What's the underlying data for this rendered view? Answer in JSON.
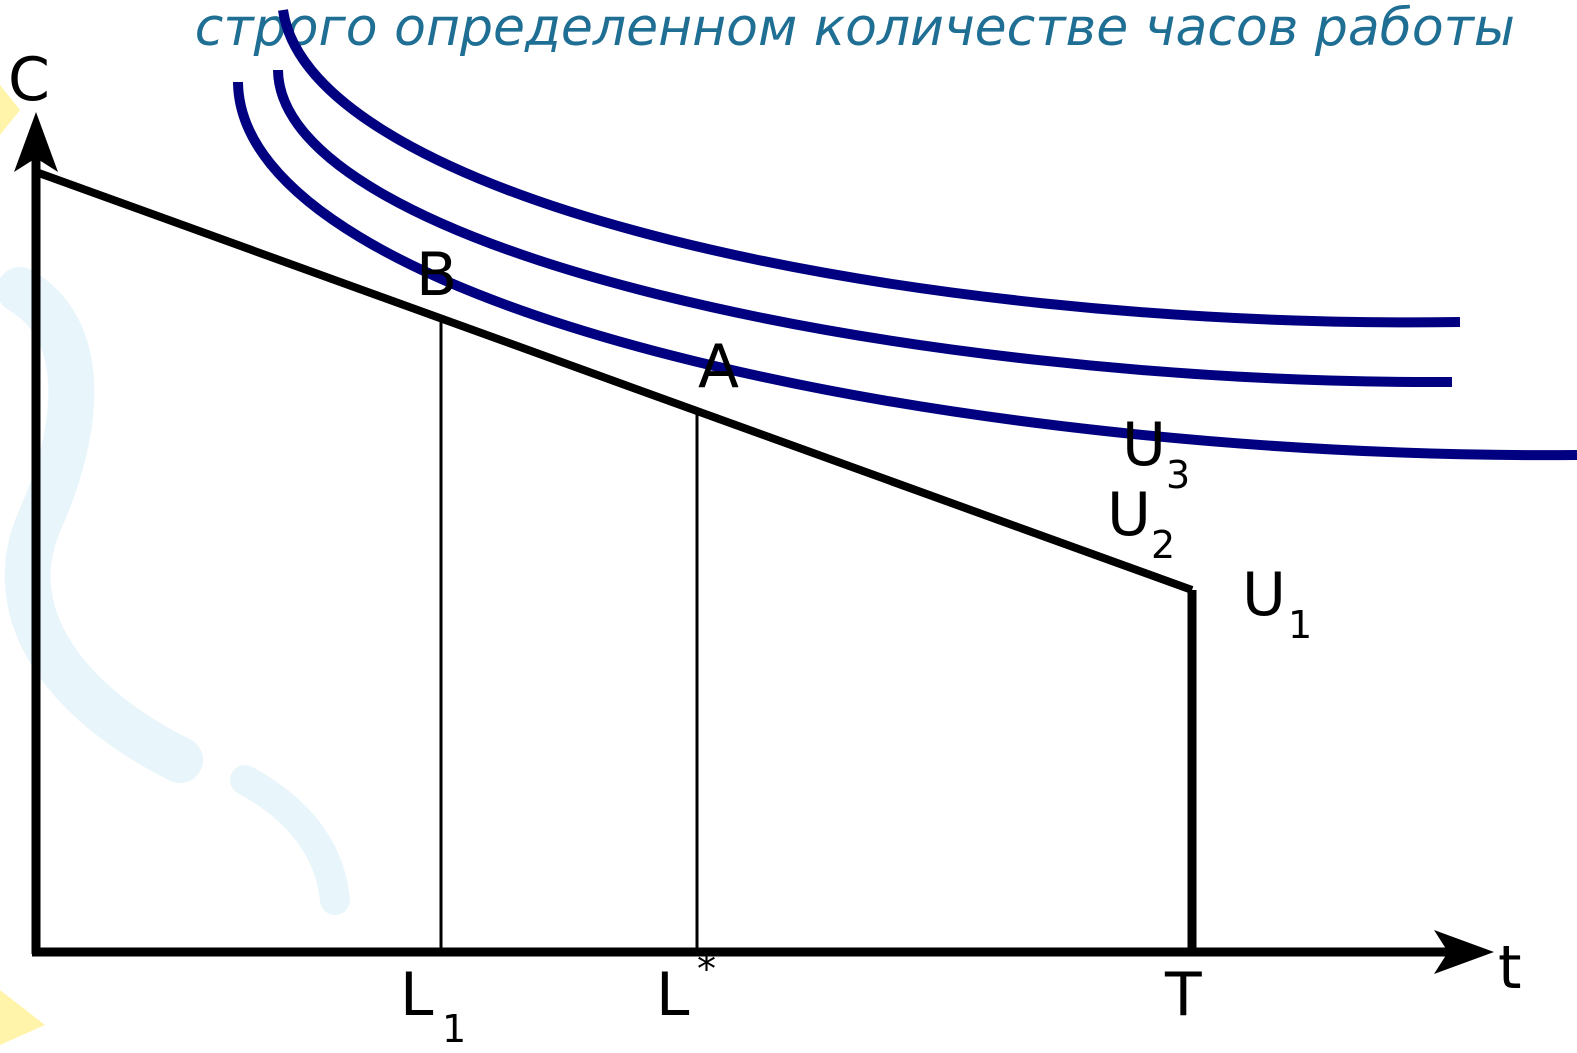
{
  "title": {
    "line1": "строго определенном количестве часов работы"
  },
  "axes": {
    "y_label": "C",
    "x_label": "t"
  },
  "points": {
    "b": "B",
    "a": "A"
  },
  "ticks": {
    "l1": {
      "main": "L",
      "sub": "1"
    },
    "lstar": {
      "main": "L",
      "sup": "*"
    },
    "t": {
      "main": "T"
    }
  },
  "curves": {
    "u3": {
      "main": "U",
      "sub": "3"
    },
    "u2": {
      "main": "U",
      "sub": "2"
    },
    "u1": {
      "main": "U",
      "sub": "1"
    }
  },
  "colors": {
    "curve": "#000080",
    "axis": "#000000",
    "title": "#1f6e93",
    "watermark": "#e6f4fb",
    "watermark_accent": "#fff3a0"
  }
}
